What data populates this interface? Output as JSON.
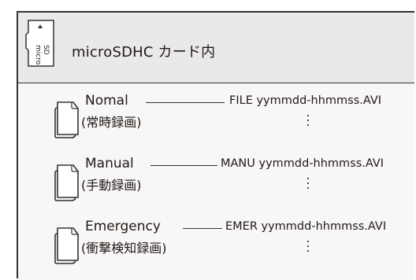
{
  "header": {
    "card_icon_label": "micro SD",
    "title": "microSDHC カード内"
  },
  "folders": [
    {
      "name": "Nomal",
      "subtitle": "(常時録画)",
      "file": "FILE yymmdd-hhmmss.AVI"
    },
    {
      "name": "Manual",
      "subtitle": "(手動録画)",
      "file": "MANU yymmdd-hhmmss.AVI"
    },
    {
      "name": "Emergency",
      "subtitle": "(衝撃検知録画)",
      "file": "EMER yymmdd-hhmmss.AVI"
    }
  ],
  "colors": {
    "border": "#333333",
    "header_bg": "#e9e9e9",
    "text": "#231815"
  },
  "icons": [
    "microsd-card-icon",
    "folder-icon",
    "vertical-ellipsis-icon"
  ]
}
